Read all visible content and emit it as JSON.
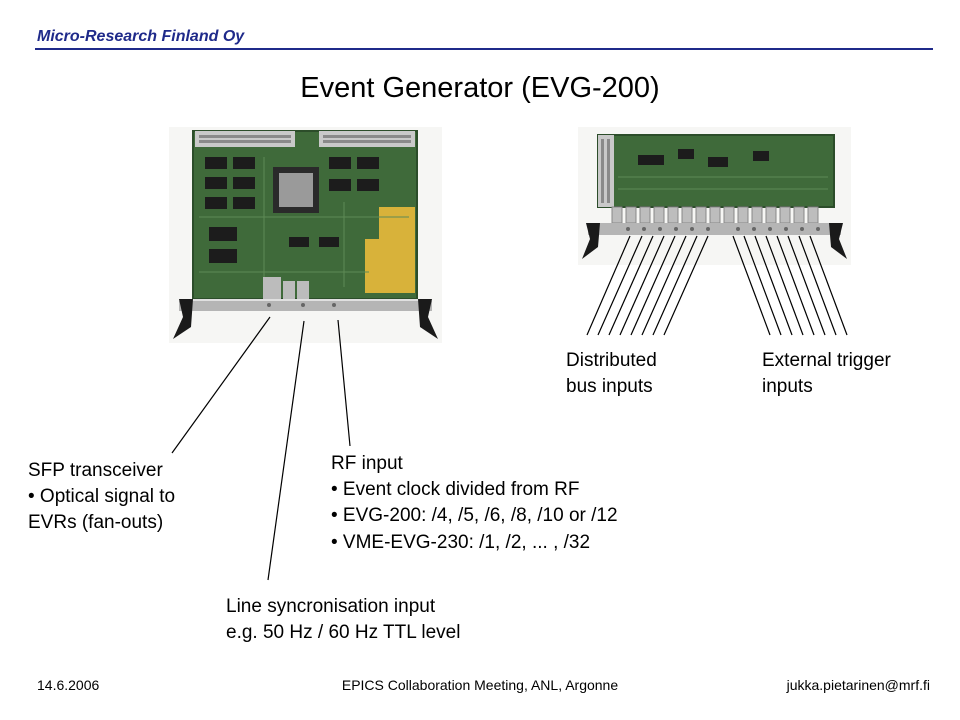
{
  "header": {
    "company": "Micro-Research Finland Oy",
    "title": "Event Generator (EVG-200)"
  },
  "callouts": {
    "distributed": [
      "Distributed",
      "bus inputs"
    ],
    "external": [
      "External trigger",
      "inputs"
    ],
    "sfp": [
      "SFP transceiver",
      "• Optical signal to",
      "EVRs (fan-outs)"
    ],
    "rf": [
      "RF input",
      "• Event clock divided from RF",
      "• EVG-200: /4, /5, /6, /8, /10 or /12",
      "• VME-EVG-230: /1, /2, ... , /32"
    ],
    "line": [
      "Line syncronisation input",
      "e.g. 50 Hz / 60 Hz TTL level"
    ]
  },
  "footer": {
    "date": "14.6.2006",
    "event": "EPICS Collaboration Meeting, ANL, Argonne",
    "email": "jukka.pietarinen@mrf.fi"
  },
  "colors": {
    "header_blue": "#1f2a8a",
    "pcb_green": "#3f6a3a",
    "gold": "#d8b23a"
  }
}
